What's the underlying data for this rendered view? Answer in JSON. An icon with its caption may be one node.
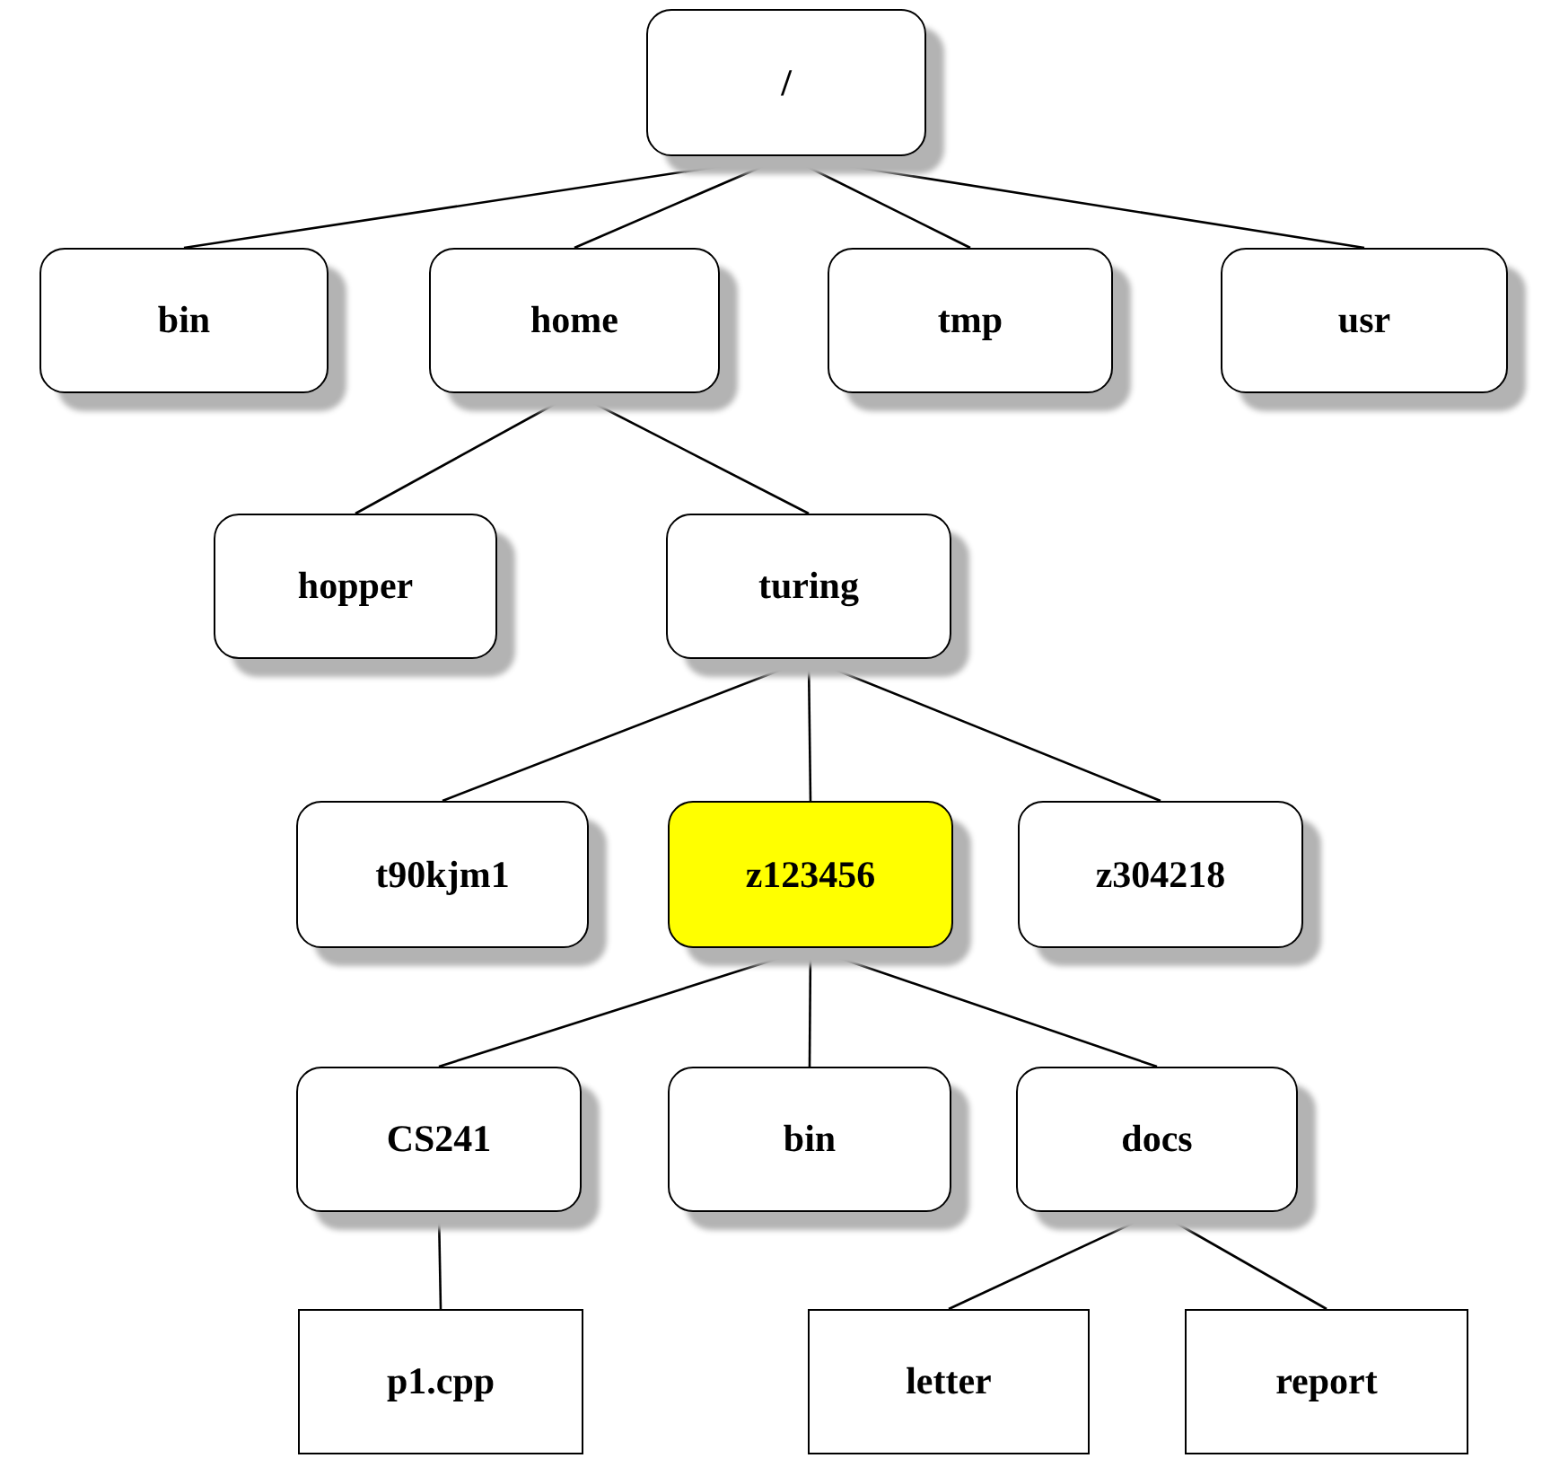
{
  "diagram": {
    "nodes": [
      {
        "text": [
          "/"
        ]
      },
      {
        "text": [
          "bin"
        ]
      },
      {
        "text": [
          "home"
        ]
      },
      {
        "text": [
          "tmp"
        ]
      },
      {
        "text": [
          "usr"
        ]
      },
      {
        "text": [
          "hopper"
        ]
      },
      {
        "text": [
          "turing"
        ]
      },
      {
        "text": [
          "t90kjm1"
        ]
      },
      {
        "text": [
          "z123456"
        ]
      },
      {
        "text": [
          "z304218"
        ]
      },
      {
        "text": [
          "CS241"
        ]
      },
      {
        "text": [
          "bin"
        ]
      },
      {
        "text": [
          "docs"
        ]
      },
      {
        "text": [
          "p1.cpp"
        ]
      },
      {
        "text": [
          "letter"
        ]
      },
      {
        "text": [
          "report"
        ]
      }
    ],
    "edges": [
      {
        "from": 0,
        "to": 1,
        "arrow": "none"
      },
      {
        "from": 0,
        "to": 2,
        "arrow": "none"
      },
      {
        "from": 0,
        "to": 3,
        "arrow": "none"
      },
      {
        "from": 0,
        "to": 4,
        "arrow": "none"
      },
      {
        "from": 2,
        "to": 5,
        "arrow": "none"
      },
      {
        "from": 2,
        "to": 6,
        "arrow": "none"
      },
      {
        "from": 6,
        "to": 7,
        "arrow": "none"
      },
      {
        "from": 6,
        "to": 8,
        "arrow": "none"
      },
      {
        "from": 6,
        "to": 9,
        "arrow": "none"
      },
      {
        "from": 8,
        "to": 10,
        "arrow": "none"
      },
      {
        "from": 8,
        "to": 11,
        "arrow": "none"
      },
      {
        "from": 8,
        "to": 12,
        "arrow": "none"
      },
      {
        "from": 10,
        "to": 13,
        "arrow": "none"
      },
      {
        "from": 12,
        "to": 14,
        "arrow": "none"
      },
      {
        "from": 12,
        "to": 15,
        "arrow": "none"
      }
    ]
  }
}
